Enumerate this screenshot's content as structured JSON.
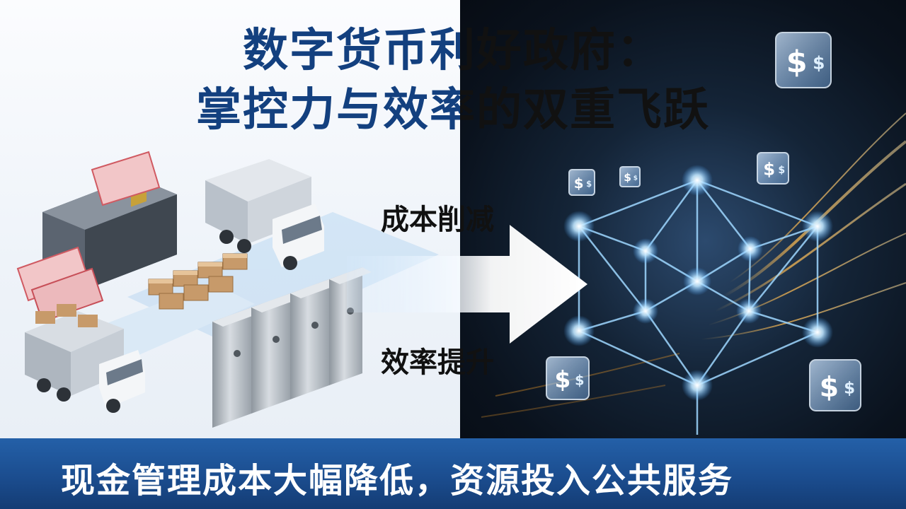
{
  "title": {
    "line1": "数字货币利好政府：",
    "line2": "掌控力与效率的双重飞跃"
  },
  "labels": {
    "cost": "成本削减",
    "efficiency": "效率提升"
  },
  "banner": {
    "text": "现金管理成本大幅降低，资源投入公共服务"
  },
  "coin_symbol": "$",
  "colors": {
    "title_blue": "#13407f",
    "banner_blue": "#1b4d8f",
    "node_glow": "#9fd8ff",
    "stream_gold": "#f0b040"
  },
  "icons": [
    "money-printer-icon",
    "cargo-truck-icon",
    "bank-safe-icon",
    "cash-stack-icon",
    "arrow-right-icon",
    "blockchain-network-icon",
    "digital-dollar-cube-icon"
  ]
}
